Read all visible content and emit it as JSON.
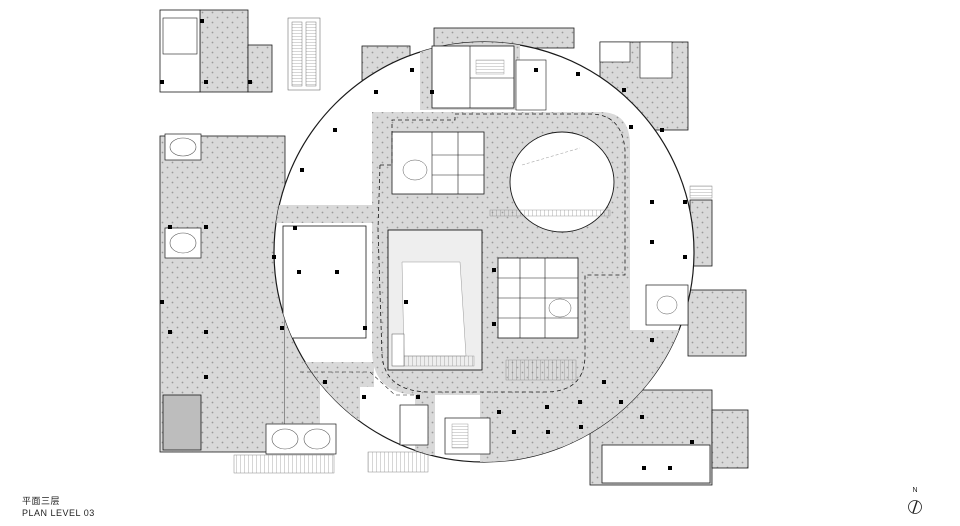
{
  "drawing": {
    "title_cn": "平面三层",
    "title_en": "PLAN LEVEL 03",
    "north_label": "N"
  },
  "colors": {
    "hatch_fill": "#d9d9d9",
    "hatch_dot": "#9a9a9a",
    "line": "#1a1a1a",
    "column": "#000000",
    "background": "#ffffff"
  }
}
